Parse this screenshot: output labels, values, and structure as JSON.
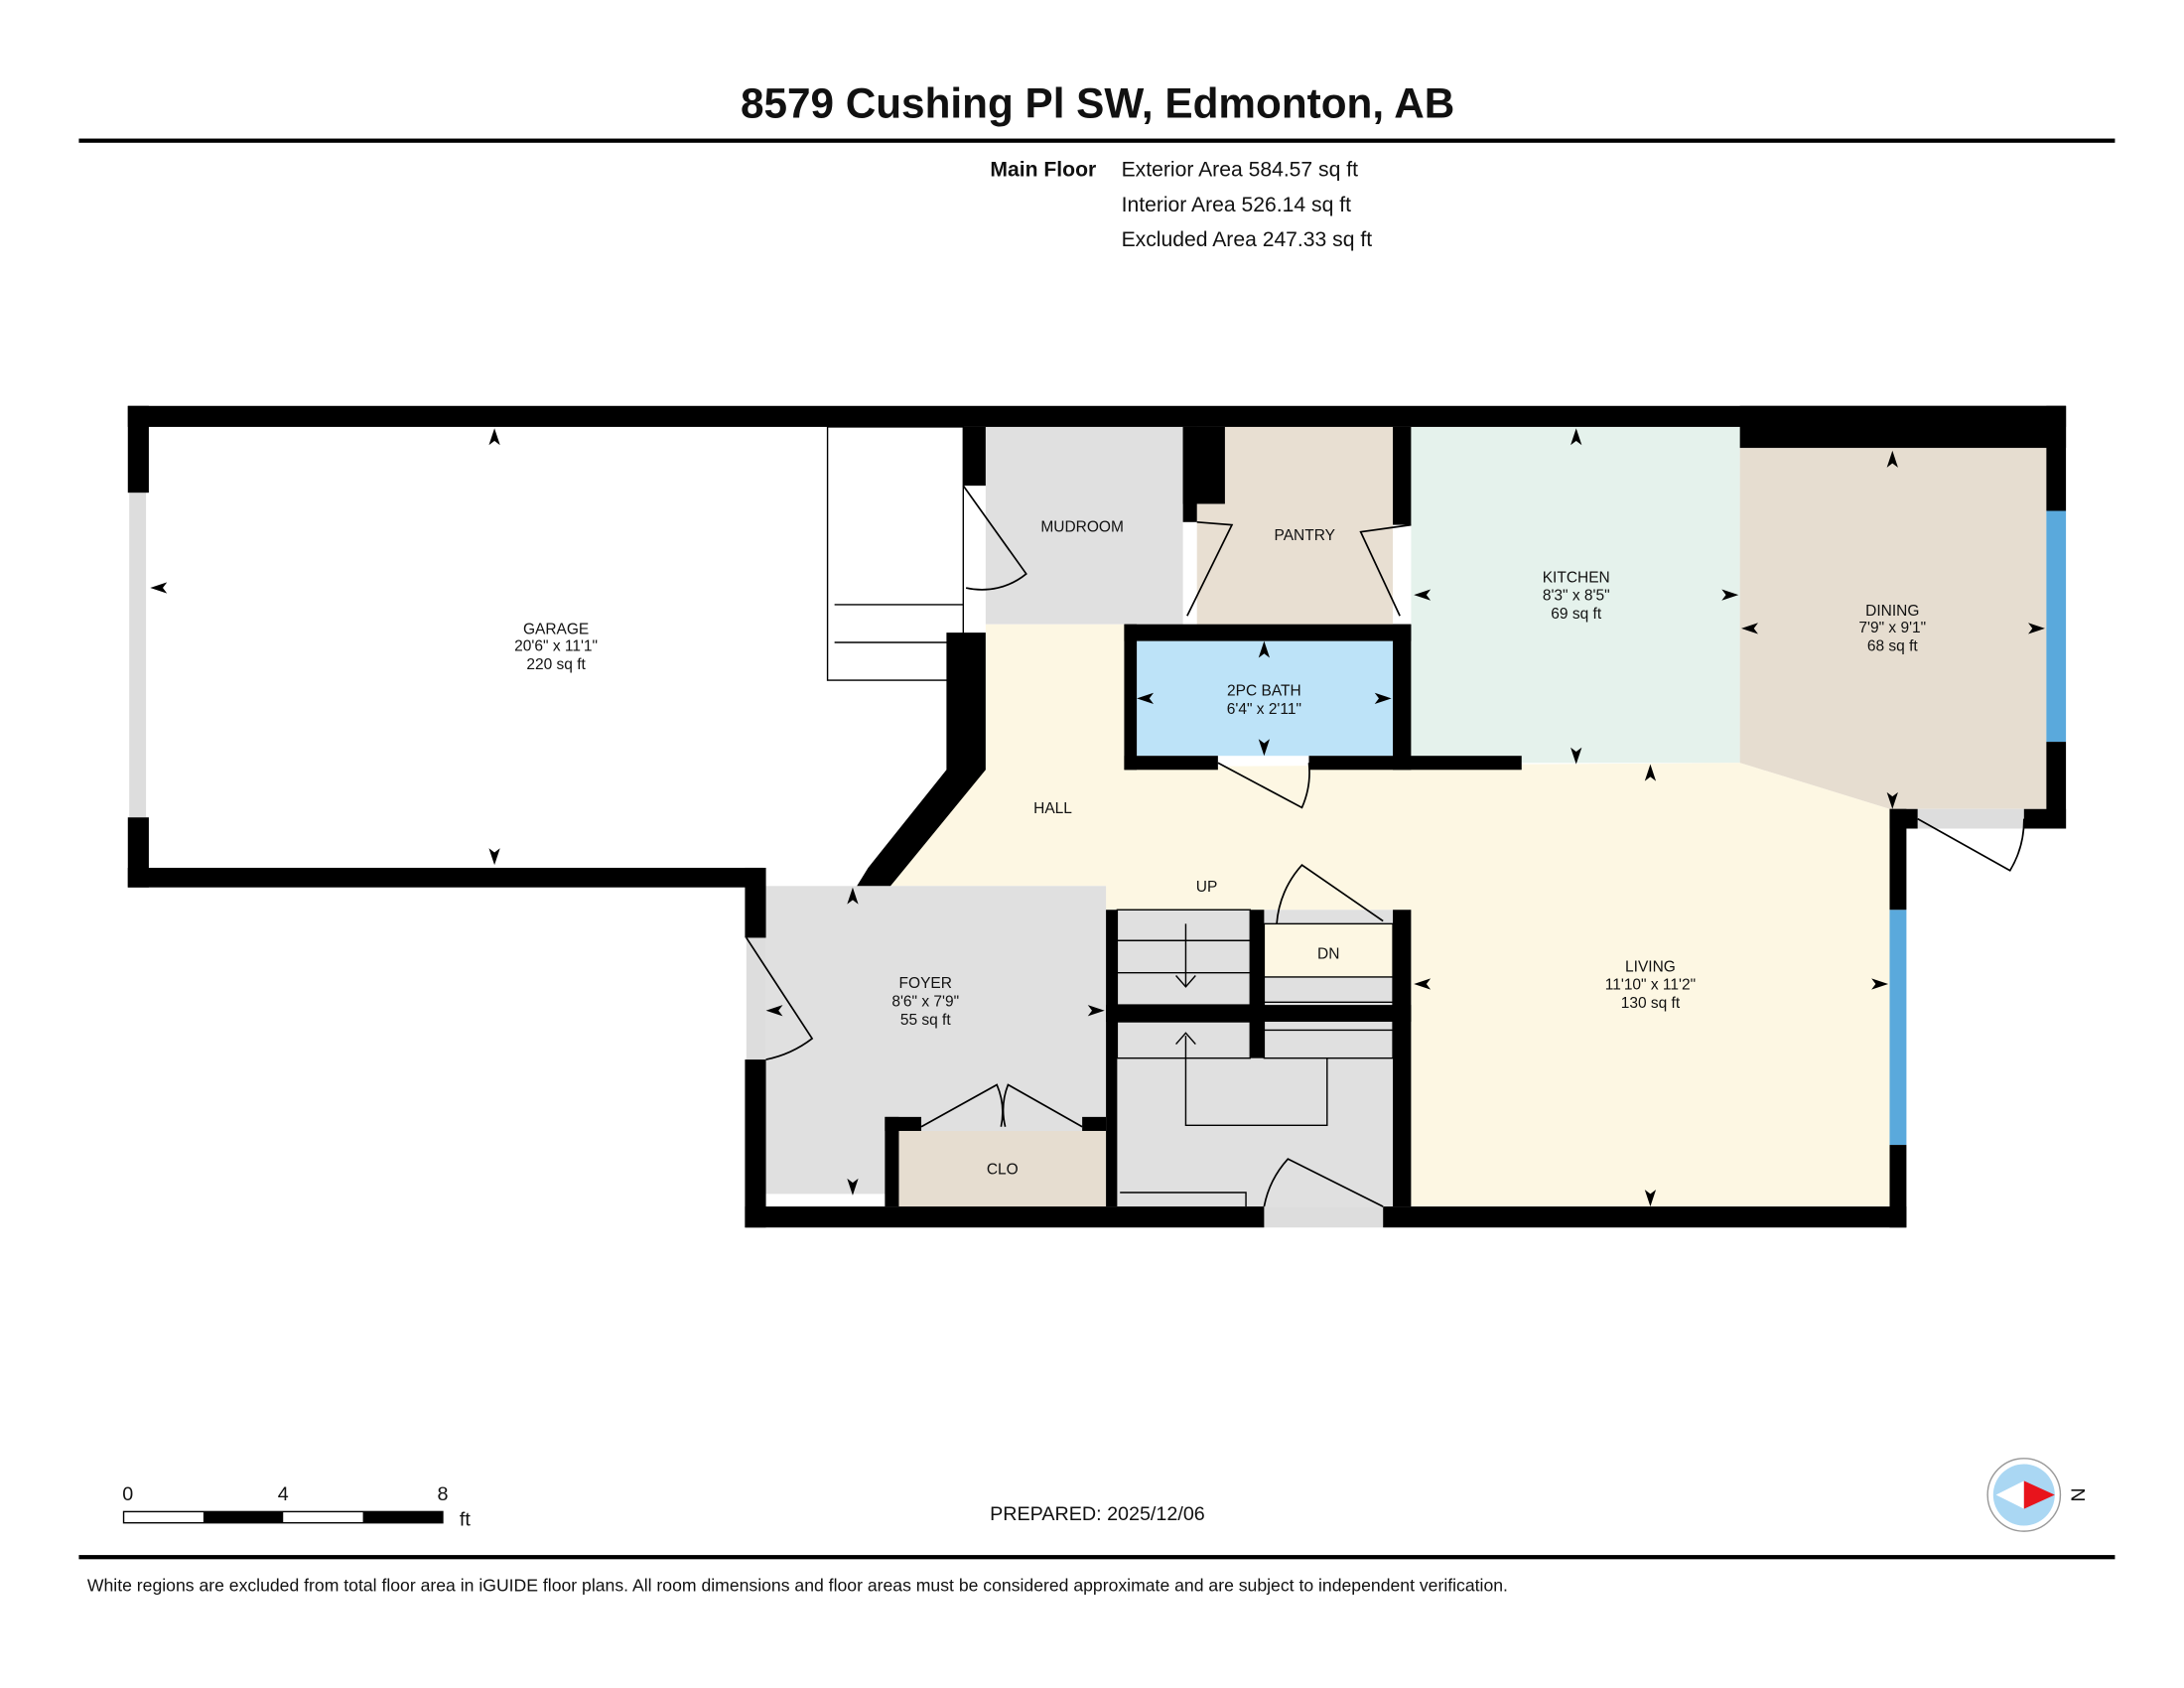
{
  "header": {
    "title": "8579 Cushing Pl SW, Edmonton, AB",
    "floor_label": "Main Floor",
    "exterior_area": "Exterior Area 584.57 sq ft",
    "interior_area": "Interior Area 526.14 sq ft",
    "excluded_area": "Excluded Area 247.33 sq ft"
  },
  "rooms": {
    "garage": {
      "name": "GARAGE",
      "dims": "20'6\" x 11'1\"",
      "area": "220 sq ft"
    },
    "mudroom": {
      "name": "MUDROOM"
    },
    "pantry": {
      "name": "PANTRY"
    },
    "kitchen": {
      "name": "KITCHEN",
      "dims": "8'3\" x 8'5\"",
      "area": "69 sq ft"
    },
    "dining": {
      "name": "DINING",
      "dims": "7'9\" x 9'1\"",
      "area": "68 sq ft"
    },
    "bath": {
      "name": "2PC BATH",
      "dims": "6'4\" x 2'11\""
    },
    "hall": {
      "name": "HALL"
    },
    "foyer": {
      "name": "FOYER",
      "dims": "8'6\" x 7'9\"",
      "area": "55 sq ft"
    },
    "closet": {
      "name": "CLO"
    },
    "living": {
      "name": "LIVING",
      "dims": "11'10\" x 11'2\"",
      "area": "130 sq ft"
    }
  },
  "stairs": {
    "up": "UP",
    "down": "DN"
  },
  "scale": {
    "labels": [
      "0",
      "4",
      "8"
    ],
    "unit": "ft"
  },
  "prepared": "PREPARED: 2025/12/06",
  "compass": {
    "label": "N",
    "icon": "compass-icon"
  },
  "footer": "White regions are excluded from total floor area in iGUIDE floor plans. All room dimensions and floor areas must be considered approximate and are subject to independent verification.",
  "colors": {
    "hall_living": "#fdf7e3",
    "kitchen": "#e5f2ec",
    "dining": "#e6ddd0",
    "bath": "#bde3f8",
    "grey_rooms": "#e0e0e0",
    "window": "#5aa9dc",
    "compass_north": "#e8141c"
  }
}
